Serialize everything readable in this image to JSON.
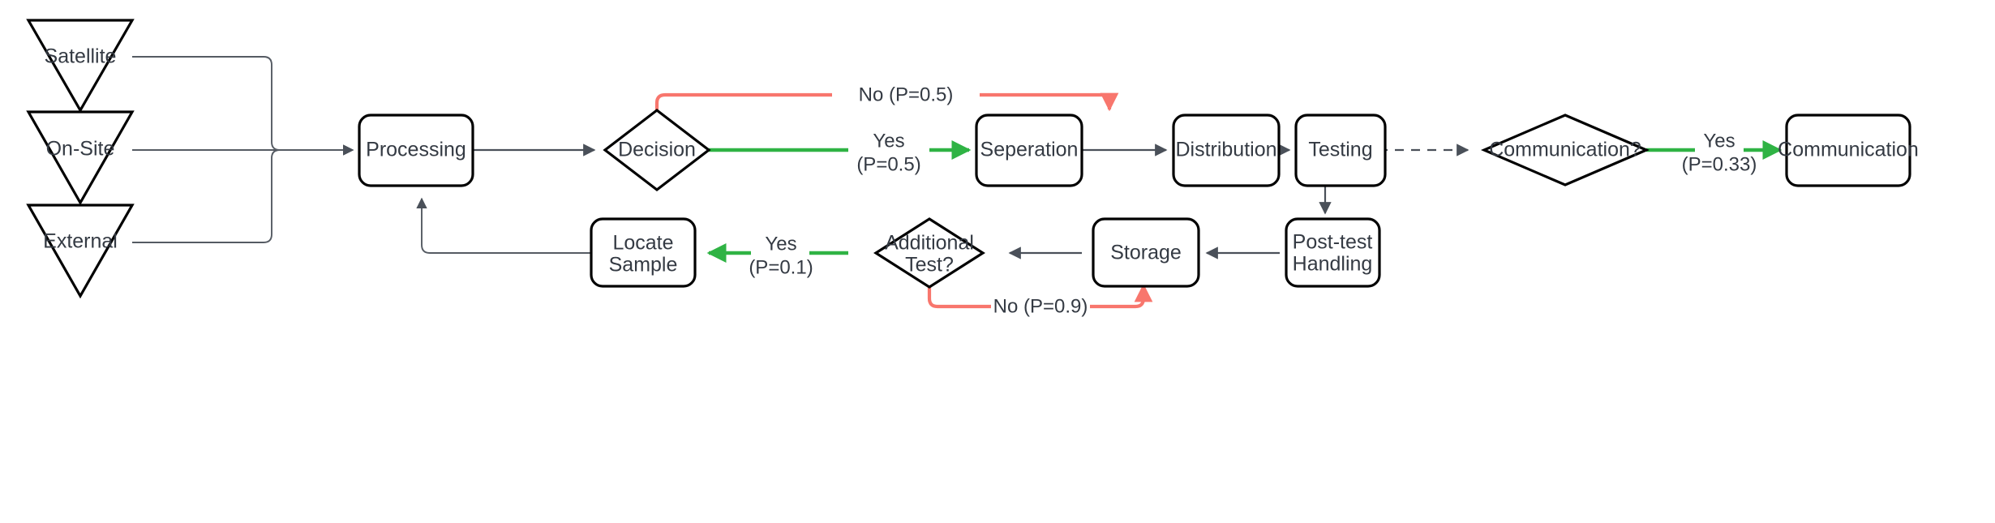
{
  "diagram": {
    "type": "flowchart",
    "orientation": "left-to-right",
    "background_color": "#ffffff",
    "node_stroke_color": "#000000",
    "node_fill_color": "#ffffff",
    "text_color": "#343a43",
    "edge_color": "#4a5059",
    "yes_edge_color": "#2fb344",
    "no_edge_color": "#f8766d"
  },
  "nodes": {
    "satellite": {
      "label": "Satellite",
      "shape": "triangle-down"
    },
    "onsite": {
      "label": "On-Site",
      "shape": "triangle-down"
    },
    "external": {
      "label": "External",
      "shape": "triangle-down"
    },
    "processing": {
      "label": "Processing",
      "shape": "rounded-rect"
    },
    "decision": {
      "label": "Decision",
      "shape": "diamond"
    },
    "seperation": {
      "label": "Seperation",
      "shape": "rounded-rect"
    },
    "distribution": {
      "label": "Distribution",
      "shape": "rounded-rect"
    },
    "testing": {
      "label": "Testing",
      "shape": "rounded-rect"
    },
    "communication_q": {
      "label": "Communication?",
      "shape": "diamond-wide"
    },
    "communication": {
      "label": "Communication",
      "shape": "rounded-rect"
    },
    "posttest_line1": {
      "label": "Post-test"
    },
    "posttest_line2": {
      "label": "Handling"
    },
    "storage": {
      "label": "Storage",
      "shape": "rounded-rect"
    },
    "additional_line1": {
      "label": "Additional"
    },
    "additional_line2": {
      "label": "Test?"
    },
    "locate_line1": {
      "label": "Locate"
    },
    "locate_line2": {
      "label": "Sample"
    }
  },
  "edge_labels": {
    "decision_no": "No (P=0.5)",
    "decision_yes_line1": "Yes",
    "decision_yes_line2": "(P=0.5)",
    "communication_yes_line1": "Yes",
    "communication_yes_line2": "(P=0.33)",
    "additional_yes_line1": "Yes",
    "additional_yes_line2": "(P=0.1)",
    "additional_no": "No (P=0.9)"
  }
}
